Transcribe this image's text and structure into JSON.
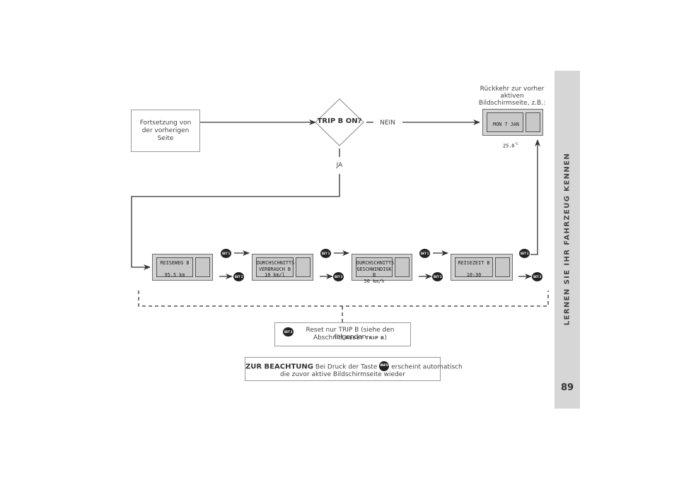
{
  "sidebar": {
    "title": "LERNEN SIE IHR FAHRZEUG KENNEN",
    "page_number": "89"
  },
  "flow": {
    "start_box": "Fortsetzung von\nder vorherigen\nSeite",
    "decision": "TRIP B ON?",
    "no_label": "NEIN",
    "yes_label": "JA",
    "return_caption_1": "Rückkehr zur vorher",
    "return_caption_2": "aktiven",
    "return_caption_3": "Bildschirmseite, z.B.:",
    "return_display": {
      "line1": "MON  7 JAN",
      "line2": "25.0",
      "unit": "°C"
    }
  },
  "displays": [
    {
      "text": "REISEWEG B\n\n95.5 km"
    },
    {
      "text": "DURCHSCHNITTS-\nVERBRAUCH B\n10 km/l"
    },
    {
      "text": "DURCHSCHNITTS-\nGESCHWINDIGK B\n50 km/h"
    },
    {
      "text": "REISEZEIT B\n\n10:30"
    }
  ],
  "buttons": {
    "set1_label": "SET 1",
    "set2_label": "SET 2",
    "info_label": "INFO"
  },
  "reset_box": {
    "line1": "Reset nur TRIP B (siehe den folgenden",
    "line2_prefix": "Abschnitt ",
    "line2_bold": "RESET TRIP B",
    "line2_suffix": ")"
  },
  "note_box": {
    "bold": "ZUR BEACHTUNG",
    "text1": " Bei Druck der Taste ",
    "text2": " erscheint automatisch",
    "line2": "die zuvor aktive Bildschirmseite wieder"
  },
  "colors": {
    "sidebar_bg": "#d6d6d6",
    "lcd_bg": "#c8c8c8",
    "button": "#222222"
  }
}
